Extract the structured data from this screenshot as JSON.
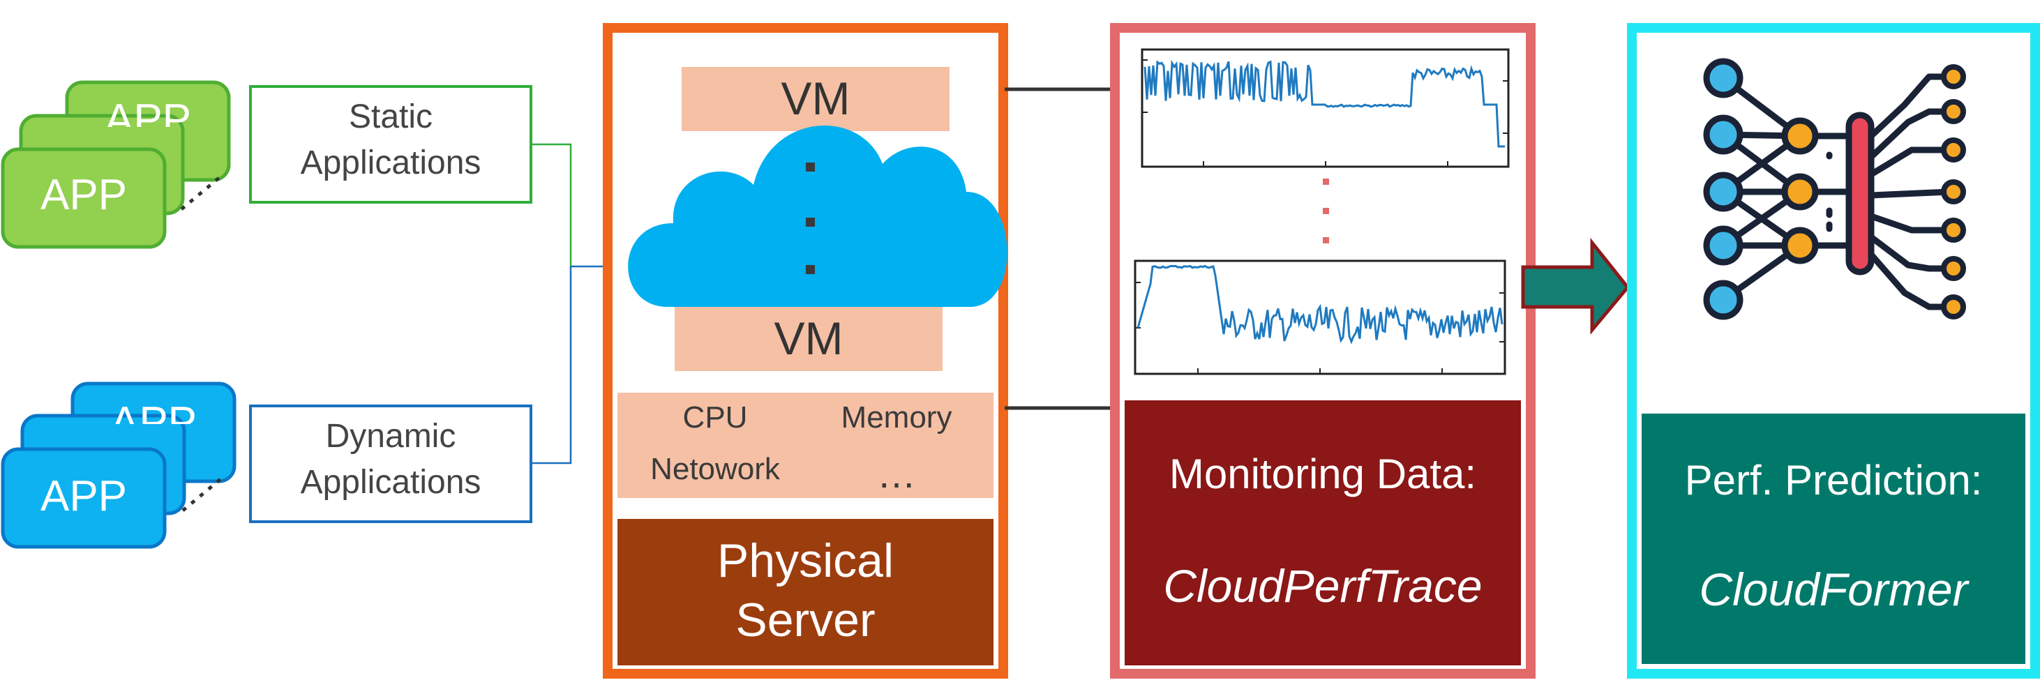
{
  "apps": {
    "static": {
      "card_label": "APP",
      "back_card_label": "APP",
      "label_line1": "Static",
      "label_line2": "Applications",
      "color_fill": "#92d050",
      "color_stroke": "#4fae32"
    },
    "dynamic": {
      "card_label": "APP",
      "back_card_label": "APP",
      "label_line1": "Dynamic",
      "label_line2": "Applications",
      "color_fill": "#0eb2f0",
      "color_stroke": "#0a77c9"
    }
  },
  "server": {
    "vm_top_label": "VM",
    "vm_bottom_label": "VM",
    "resources": [
      "CPU",
      "Memory",
      "Netowork",
      "…"
    ],
    "title_line1": "Physical",
    "title_line2": "Server",
    "border_color": "#f0661a",
    "title_bg": "#9c3d0e",
    "vm_color": "#f5c0a4",
    "cloud_color": "#00b0f0"
  },
  "monitoring": {
    "title": "Monitoring Data:",
    "name": "CloudPerfTrace",
    "border_color": "#e26a6a",
    "title_bg": "#8b1717",
    "trace_color": "#1f7ac0"
  },
  "prediction": {
    "title": "Perf. Prediction:",
    "name": "CloudFormer",
    "border_color": "#22e8f5",
    "title_bg": "#00796b",
    "arrow_color": "#157e73",
    "arrow_outline": "#8b1a1a"
  }
}
